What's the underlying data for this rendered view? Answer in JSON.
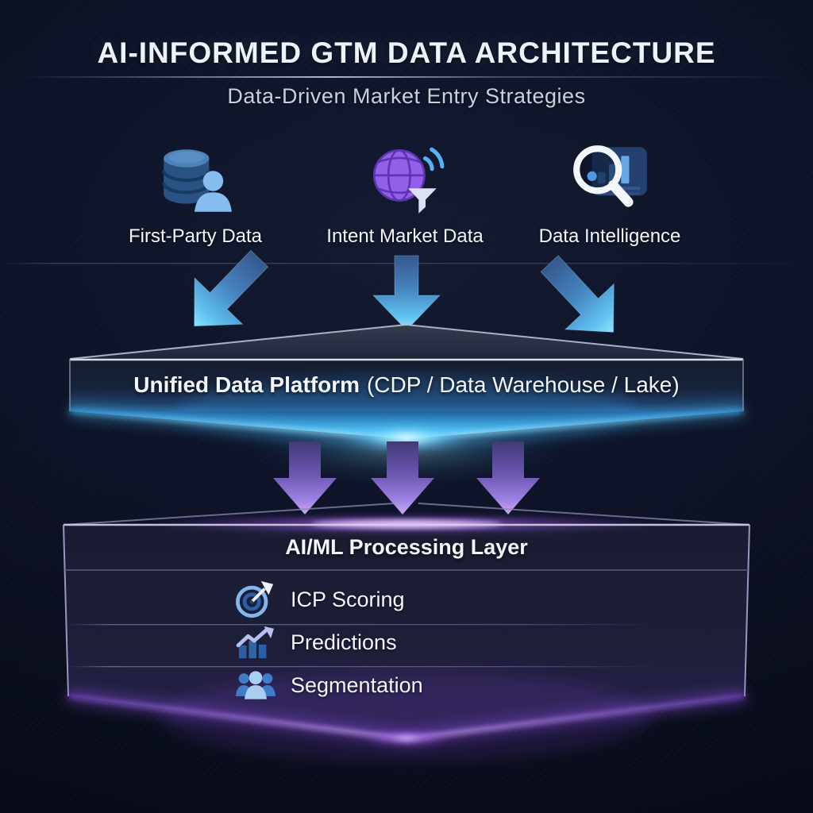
{
  "header": {
    "title": "AI-INFORMED GTM DATA ARCHITECTURE",
    "subtitle": "Data-Driven Market Entry Strategies"
  },
  "sources": [
    {
      "label": "First-Party Data",
      "icon": "database-user-icon"
    },
    {
      "label": "Intent Market Data",
      "icon": "globe-signal-funnel-icon"
    },
    {
      "label": "Data Intelligence",
      "icon": "magnifier-chart-icon"
    }
  ],
  "flow": {
    "top_arrows": {
      "count": 3,
      "direction": "down",
      "color": "#5fc0ee"
    },
    "mid_arrows": {
      "count": 3,
      "direction": "down",
      "color": "#a98df0"
    }
  },
  "platform": {
    "title_bold": "Unified Data Platform",
    "title_detail": "(CDP / Data Warehouse / Lake)",
    "glow_color": "#63d6ff"
  },
  "aiml": {
    "title": "AI/ML Processing Layer",
    "glow_color": "#9a5ff0",
    "items": [
      {
        "label": "ICP Scoring",
        "icon": "target-icon"
      },
      {
        "label": "Predictions",
        "icon": "trend-chart-icon"
      },
      {
        "label": "Segmentation",
        "icon": "people-group-icon"
      }
    ]
  },
  "colors": {
    "background": "#0b1020",
    "text_primary": "#f2f5fa",
    "text_secondary": "#cad0dc",
    "blue_arrow": "#5fc0ee",
    "cyan_glow": "#63d6ff",
    "purple_arrow": "#a98df0",
    "purple_glow": "#9a5ff0",
    "panel_edge": "#b9c1cf"
  }
}
